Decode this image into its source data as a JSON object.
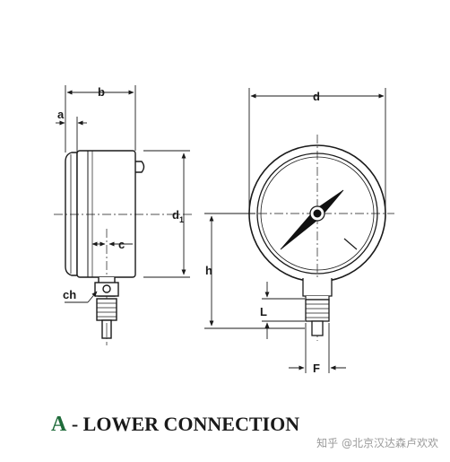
{
  "labels": {
    "b": "b",
    "a": "a",
    "d": "d",
    "d1_main": "d",
    "d1_sub": "1",
    "c": "c",
    "h": "h",
    "L": "L",
    "ch": "ch",
    "F": "F"
  },
  "caption": {
    "letter": "A",
    "text": " - LOWER CONNECTION",
    "letter_color": "#1f6b3a",
    "text_color": "#1a1a1a"
  },
  "watermark": "知乎 @北京汉达森卢欢欢"
}
